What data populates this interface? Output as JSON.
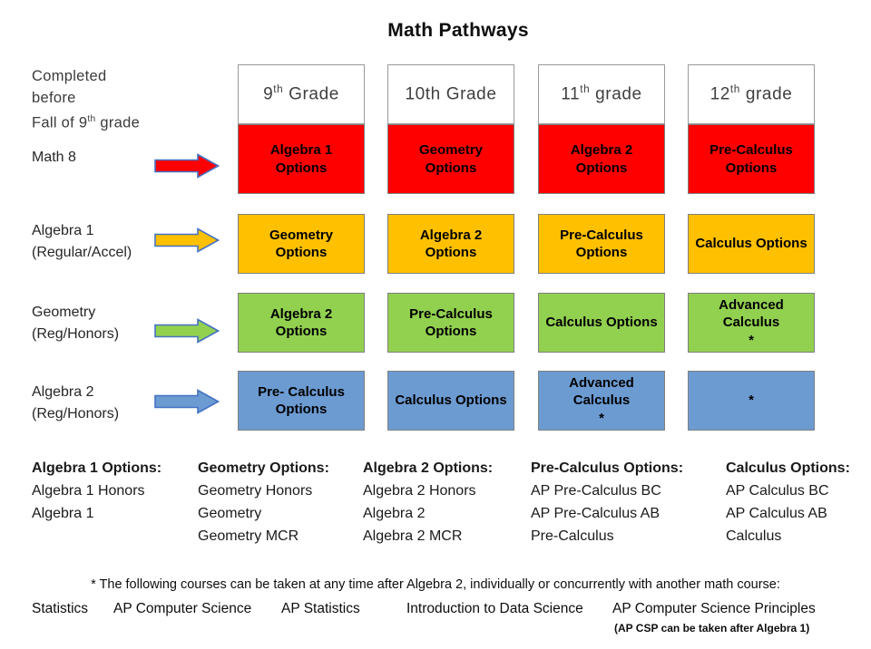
{
  "title": "Math Pathways",
  "colors": {
    "red": "#FE0000",
    "gold": "#FFC000",
    "green": "#92D050",
    "blue": "#6C9BD2",
    "arrow_border": "#4472C4"
  },
  "side": {
    "intro_line1": "Completed",
    "intro_line2": "before",
    "intro_line3_pre": "Fall of 9",
    "intro_line3_sup": "th",
    "intro_line3_post": " grade"
  },
  "columns": [
    {
      "h1": "9",
      "sup": "th",
      "h2": " Grade"
    },
    {
      "h1": "10th Grade",
      "sup": "",
      "h2": ""
    },
    {
      "h1": "11",
      "sup": "th",
      "h2": " grade"
    },
    {
      "h1": "12",
      "sup": "th",
      "h2": " grade"
    }
  ],
  "rows": [
    {
      "label1": "Math 8",
      "label2": "",
      "color": "#FE0000",
      "boxes": [
        {
          "line1": "Algebra 1",
          "line2": "Options",
          "line3": ""
        },
        {
          "line1": "Geometry",
          "line2": "Options",
          "line3": ""
        },
        {
          "line1": "Algebra 2",
          "line2": "Options",
          "line3": ""
        },
        {
          "line1": "Pre-Calculus",
          "line2": "Options",
          "line3": ""
        }
      ]
    },
    {
      "label1": "Algebra 1",
      "label2": "(Regular/Accel)",
      "color": "#FFC000",
      "boxes": [
        {
          "line1": "Geometry",
          "line2": "Options",
          "line3": ""
        },
        {
          "line1": "Algebra 2",
          "line2": "Options",
          "line3": ""
        },
        {
          "line1": "Pre-Calculus",
          "line2": "Options",
          "line3": ""
        },
        {
          "line1": "Calculus Options",
          "line2": "",
          "line3": ""
        }
      ]
    },
    {
      "label1": "Geometry",
      "label2": "(Reg/Honors)",
      "color": "#92D050",
      "boxes": [
        {
          "line1": "Algebra 2",
          "line2": "Options",
          "line3": ""
        },
        {
          "line1": "Pre-Calculus",
          "line2": "Options",
          "line3": ""
        },
        {
          "line1": "Calculus Options",
          "line2": "",
          "line3": ""
        },
        {
          "line1": "Advanced",
          "line2": "Calculus",
          "line3": "*"
        }
      ]
    },
    {
      "label1": "Algebra 2",
      "label2": "(Reg/Honors)",
      "color": "#6C9BD2",
      "boxes": [
        {
          "line1": "Pre- Calculus",
          "line2": "Options",
          "line3": ""
        },
        {
          "line1": "Calculus Options",
          "line2": "",
          "line3": ""
        },
        {
          "line1": "Advanced",
          "line2": "Calculus",
          "line3": "*"
        },
        {
          "line1": "*",
          "line2": "",
          "line3": ""
        }
      ]
    }
  ],
  "option_lists": [
    {
      "header": "Algebra 1 Options:",
      "item1": "Algebra 1 Honors",
      "item2": "Algebra 1",
      "item3": ""
    },
    {
      "header": "Geometry Options:",
      "item1": "Geometry Honors",
      "item2": "Geometry",
      "item3": "Geometry MCR"
    },
    {
      "header": "Algebra 2 Options:",
      "item1": "Algebra 2 Honors",
      "item2": "Algebra 2",
      "item3": "Algebra 2 MCR"
    },
    {
      "header": "Pre-Calculus Options:",
      "item1": "AP Pre-Calculus BC",
      "item2": "AP Pre-Calculus AB",
      "item3": "Pre-Calculus"
    },
    {
      "header": "Calculus Options:",
      "item1": "AP Calculus BC",
      "item2": "AP Calculus AB",
      "item3": "Calculus"
    }
  ],
  "footnote": {
    "line1": "* The following courses can be taken at any time after Algebra 2, individually or concurrently with another math course:",
    "course1": "Statistics",
    "course2": "AP Computer Science",
    "course3": "AP Statistics",
    "course4": "Introduction to Data Science",
    "course5": "AP Computer Science Principles",
    "note": "(AP CSP can be taken after Algebra 1)"
  }
}
